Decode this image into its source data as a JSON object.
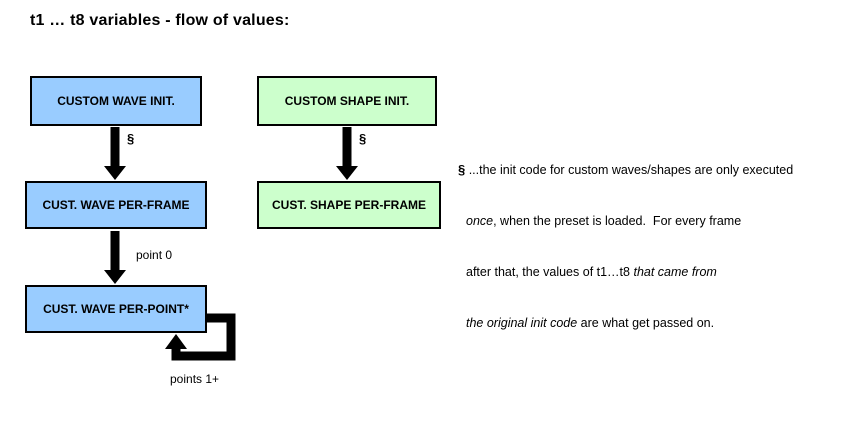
{
  "title": "t1 … t8 variables - flow of values:",
  "boxes": {
    "wave_init": "CUSTOM WAVE INIT.",
    "wave_per_frame": "CUST. WAVE PER-FRAME",
    "wave_per_point": "CUST. WAVE PER-POINT*",
    "shape_init": "CUSTOM SHAPE INIT.",
    "shape_per_frame": "CUST. SHAPE PER-FRAME"
  },
  "arrow_labels": {
    "wave_init_marker": "§",
    "shape_init_marker": "§",
    "point0": "point 0",
    "points1plus": "points 1+"
  },
  "note": {
    "marker": "§",
    "line1": " ...the init code for custom waves/shapes are only executed",
    "line2_italic": "once",
    "line2_rest": ", when the preset is loaded.  For every frame",
    "line3_start": "after that, the values of t1…t8 ",
    "line3_italic": "that came from",
    "line4_italic": "the original init code",
    "line4_rest": " are what get passed on."
  },
  "colors": {
    "wave-box": "#99ccff",
    "shape-box": "#ccffcc",
    "box-border": "#000000",
    "arrow": "#000000",
    "text": "#000000"
  }
}
